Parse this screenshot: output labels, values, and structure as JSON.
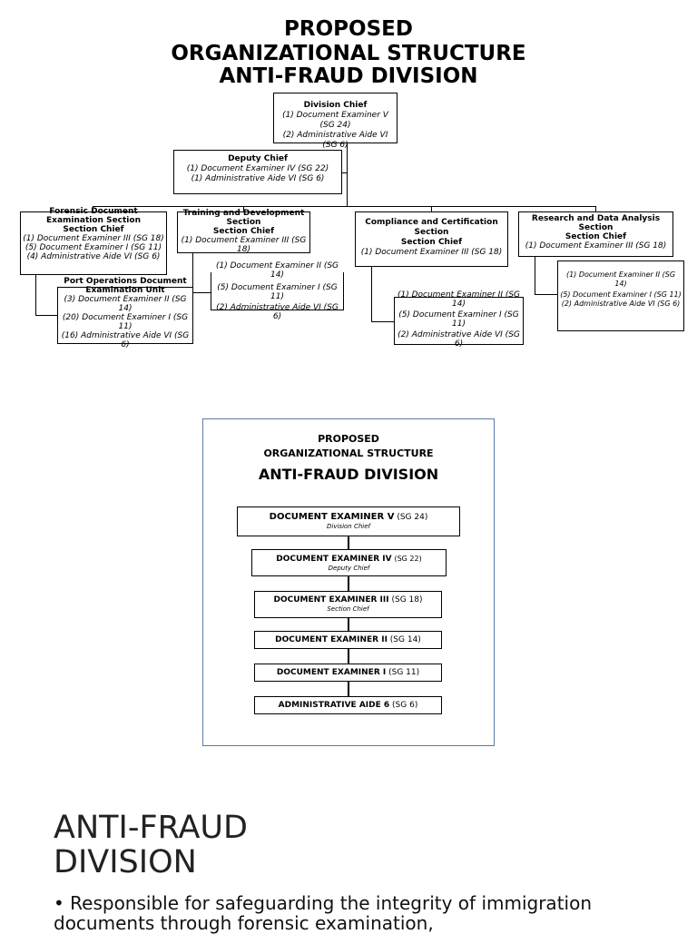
{
  "header": {
    "line1": "PROPOSED",
    "line2": "ORGANIZATIONAL STRUCTURE",
    "line3": "ANTI-FRAUD DIVISION"
  },
  "org": {
    "chief": {
      "title": "Division Chief",
      "l1": "(1) Document Examiner V (SG 24)",
      "l2": "(2) Administrative Aide VI (SG 6)"
    },
    "deputy": {
      "title": "Deputy Chief",
      "l1": "(1) Document Examiner IV (SG 22)",
      "l2": "(1) Administrative Aide VI (SG 6)"
    },
    "forensic": {
      "t1": "Forensic Document",
      "t2": "Examination Section",
      "t3": "Section Chief",
      "l1": "(1) Document Examiner III (SG 18)",
      "l2": "(5) Document Examiner I (SG 11)",
      "l3": "(4) Administrative Aide VI (SG 6)"
    },
    "port": {
      "t1": "Port Operations Document",
      "t2": "Examination Unit",
      "l1": "(3) Document Examiner II (SG 14)",
      "l2": "(20) Document Examiner I (SG 11)",
      "l3": "(16) Administrative Aide VI (SG 6)"
    },
    "training": {
      "t1": "Training and Development",
      "t2": "Section",
      "t3": "Section Chief",
      "l1": "(1) Document Examiner III (SG 18)"
    },
    "training_sub": {
      "l1": "(1) Document Examiner II (SG 14)",
      "l2": "(5) Document Examiner I (SG 11)",
      "l3": "(2) Administrative Aide VI (SG 6)"
    },
    "compliance": {
      "t1": "Compliance and Certification",
      "t2": "Section",
      "t3": "Section Chief",
      "l1": "(1) Document Examiner III (SG 18)"
    },
    "compliance_sub": {
      "l1": "(1) Document Examiner II (SG 14)",
      "l2": "(5) Document Examiner I (SG 11)",
      "l3": "(2) Administrative Aide VI (SG 6)"
    },
    "research": {
      "t1": "Research and  Data Analysis",
      "t2": "Section",
      "t3": "Section Chief",
      "l1": "(1) Document Examiner III (SG 18)"
    },
    "research_sub": {
      "l1": "(1) Document Examiner II (SG 14)",
      "l2": "(5) Document Examiner I (SG 11)",
      "l3": "(2) Administrative Aide VI (SG 6)"
    }
  },
  "panel": {
    "line1": "PROPOSED",
    "line2": "ORGANIZATIONAL STRUCTURE",
    "line3": "ANTI-FRAUD DIVISION",
    "ranks": [
      {
        "rank": "DOCUMENT EXAMINER V",
        "sg": "(SG 24)",
        "sub": "Division Chief"
      },
      {
        "rank": "DOCUMENT EXAMINER IV",
        "sg": "(SG 22)",
        "sub": "Deputy Chief"
      },
      {
        "rank": "DOCUMENT EXAMINER III",
        "sg": "(SG 18)",
        "sub": "Section Chief"
      },
      {
        "rank": "DOCUMENT EXAMINER II",
        "sg": "(SG 14)",
        "sub": ""
      },
      {
        "rank": "DOCUMENT EXAMINER I",
        "sg": "(SG 11)",
        "sub": ""
      },
      {
        "rank": "ADMINISTRATIVE AIDE 6",
        "sg": "(SG 6)",
        "sub": ""
      }
    ]
  },
  "section": {
    "title_l1": "ANTI-FRAUD",
    "title_l2": "DIVISION",
    "bullet": "Responsible for safeguarding the integrity of immigration documents through forensic examination,"
  }
}
